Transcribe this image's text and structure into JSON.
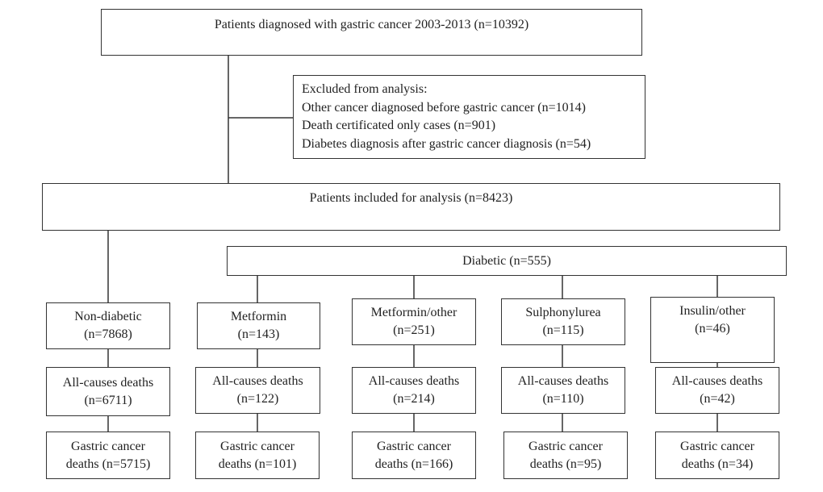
{
  "top": {
    "text": "Patients diagnosed with gastric cancer 2003-2013 (n=10392)"
  },
  "excluded": {
    "title": "Excluded from analysis:",
    "items": [
      "Other cancer diagnosed before gastric cancer (n=1014)",
      "Death certificated only cases (n=901)",
      "Diabetes diagnosis after gastric cancer diagnosis (n=54)"
    ]
  },
  "included": {
    "text": "Patients included for analysis (n=8423)"
  },
  "diabetic": {
    "text": "Diabetic (n=555)"
  },
  "groups": [
    {
      "name": "Non-diabetic",
      "n": "(n=7868)",
      "deaths_label": "All-causes deaths",
      "deaths_n": "(n=6711)",
      "gc_label": "Gastric cancer",
      "gc_n": "deaths (n=5715)"
    },
    {
      "name": "Metformin",
      "n": "(n=143)",
      "deaths_label": "All-causes deaths",
      "deaths_n": "(n=122)",
      "gc_label": "Gastric cancer",
      "gc_n": "deaths (n=101)"
    },
    {
      "name": "Metformin/other",
      "n": "(n=251)",
      "deaths_label": "All-causes deaths",
      "deaths_n": "(n=214)",
      "gc_label": "Gastric cancer",
      "gc_n": "deaths (n=166)"
    },
    {
      "name": "Sulphonylurea",
      "n": "(n=115)",
      "deaths_label": "All-causes deaths",
      "deaths_n": "(n=110)",
      "gc_label": "Gastric cancer",
      "gc_n": "deaths (n=95)"
    },
    {
      "name": "Insulin/other",
      "n": "(n=46)",
      "deaths_label": "All-causes deaths",
      "deaths_n": "(n=42)",
      "gc_label": "Gastric cancer",
      "gc_n": "deaths (n=34)"
    }
  ]
}
